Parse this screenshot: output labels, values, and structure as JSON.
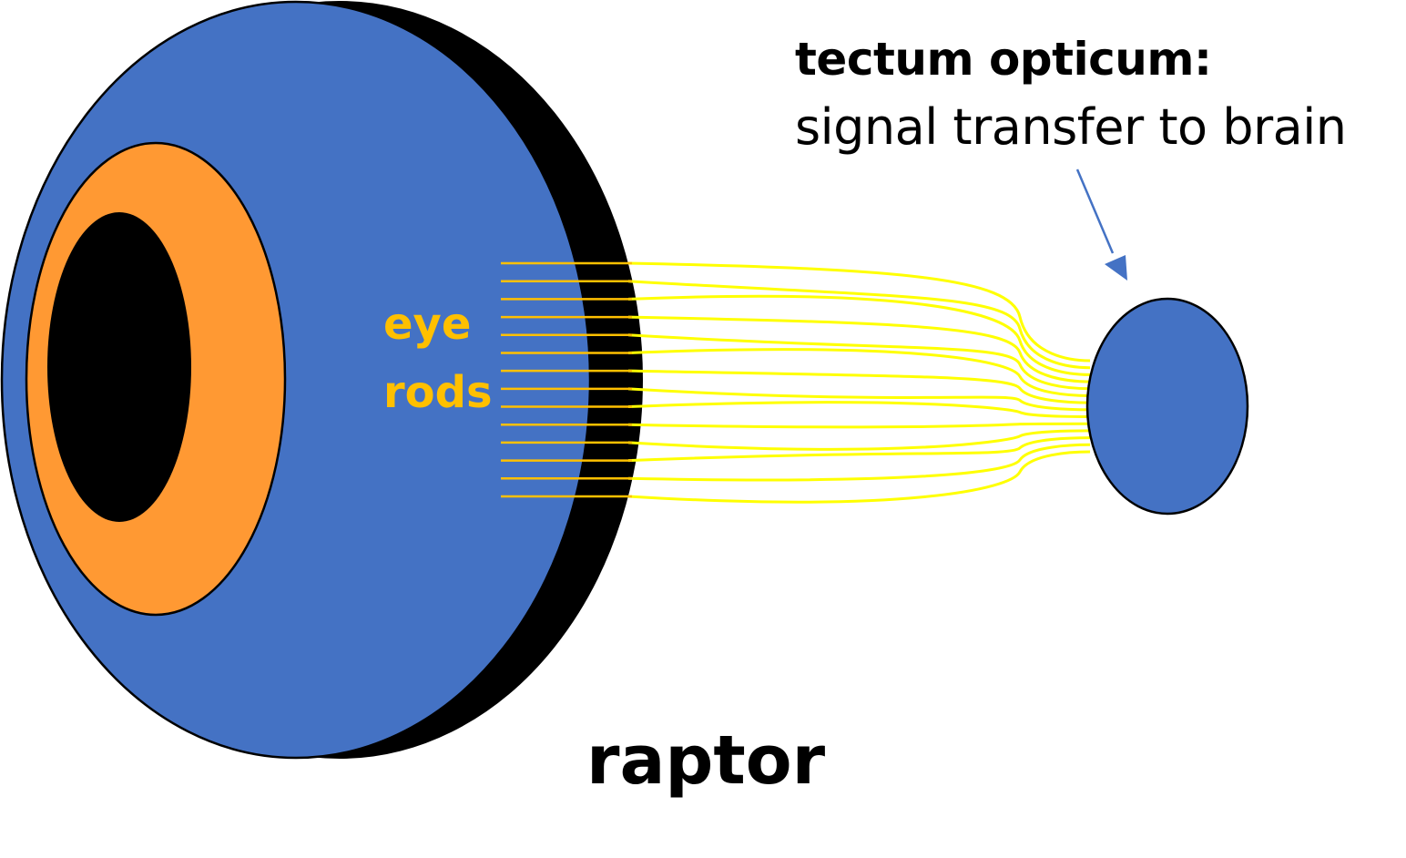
{
  "labels": {
    "tectum_title": "tectum opticum:",
    "tectum_subtitle": "signal transfer to brain",
    "rods_line1": "eye",
    "rods_line2": "rods",
    "animal": "raptor"
  },
  "colors": {
    "eyeball": "#4472C4",
    "eye_back": "#000000",
    "iris": "#FF9933",
    "pupil": "#000000",
    "nerve_fibers": "#FFFF00",
    "rod_lines": "#FFC000",
    "rods_label": "#FFC000",
    "tectum": "#4472C4",
    "arrow": "#4472C4"
  },
  "nerve_fiber_count": 14,
  "rod_count": 14
}
